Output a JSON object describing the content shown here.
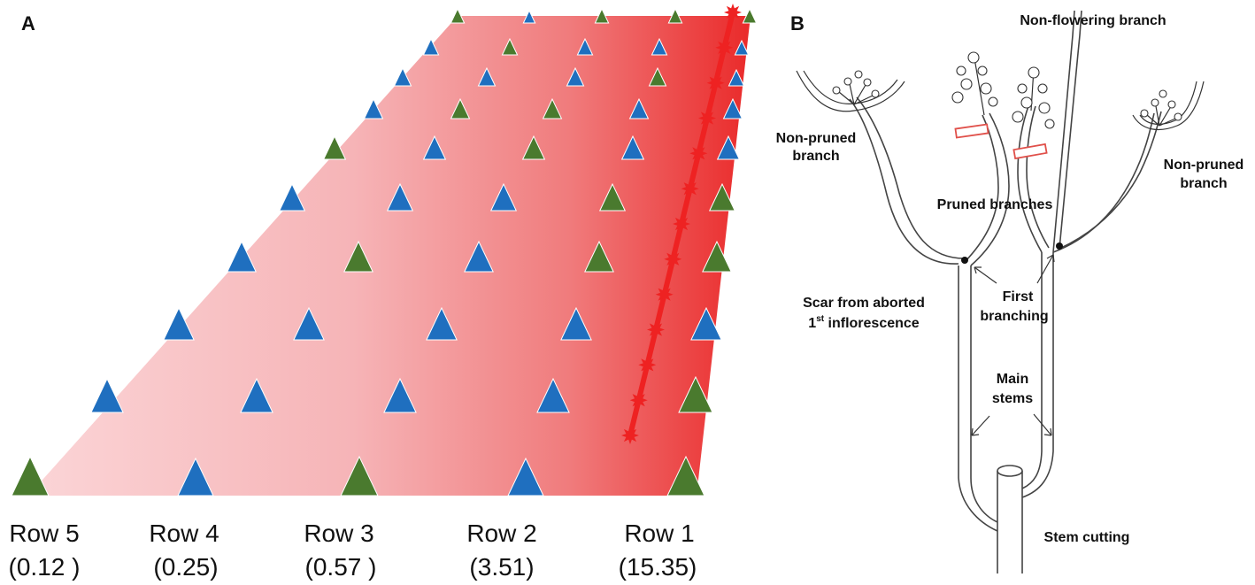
{
  "panel_a": {
    "letter": "A",
    "rows": [
      {
        "label": "Row 5",
        "value": "(0.12 )"
      },
      {
        "label": "Row 4",
        "value": "(0.25)"
      },
      {
        "label": "Row 3",
        "value": "(0.57 )"
      },
      {
        "label": "Row 2",
        "value": "(3.51)"
      },
      {
        "label": "Row 1",
        "value": "(15.35)"
      }
    ],
    "colors": {
      "gradient_light": "#fbd5d7",
      "gradient_mid": "#f49b9d",
      "gradient_dark": "#ea2a2a",
      "source_line": "#ee2222",
      "plant_green": "#4a7a2e",
      "plant_blue": "#1f6fbf"
    },
    "plants": [
      {
        "row": 5,
        "color": "green"
      },
      {
        "row": 4,
        "color": "blue"
      },
      {
        "row": 3,
        "color": "green"
      },
      {
        "row": 2,
        "color": "blue"
      },
      {
        "row": 1,
        "color": "green"
      }
    ]
  },
  "panel_b": {
    "letter": "B",
    "labels": {
      "non_flowering": "Non-flowering branch",
      "non_pruned_left_1": "Non-pruned",
      "non_pruned_left_2": "branch",
      "non_pruned_right_1": "Non-pruned",
      "non_pruned_right_2": "branch",
      "pruned": "Pruned branches",
      "scar_1": "Scar from aborted",
      "scar_2_pre": "1",
      "scar_2_sup": "st",
      "scar_2_post": " inflorescence",
      "first_branching_1": "First",
      "first_branching_2": "branching",
      "main_stems_1": "Main",
      "main_stems_2": "stems",
      "stem_cutting": "Stem cutting"
    },
    "colors": {
      "prune_mark": "#e0504a"
    }
  }
}
